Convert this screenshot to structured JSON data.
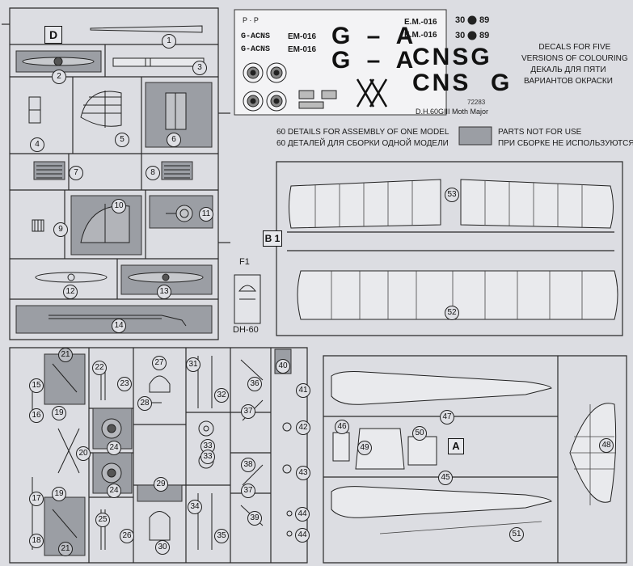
{
  "sheet": {
    "sprue_letters": {
      "d": "D",
      "b1": "B 1",
      "a": "A"
    },
    "f1_label": "F1",
    "dh60_label": "DH-60",
    "decals": {
      "reg_top_small": "G-ACNS",
      "reg_top_small_b": "G-ACNS",
      "em_small_a": "EM-016",
      "em_small_b": "EM-016",
      "em_large_a": "E.M.-016",
      "em_large_b": "E.M.-016",
      "num_a": "30",
      "num_b": "30",
      "num_c": "89",
      "num_d": "89",
      "g_a_1": "G – A",
      "g_a_2": "G – A",
      "cns_1": "CNSG",
      "cns_2": "CNS",
      "g_big": "G",
      "pp": "P · P",
      "product_no": "72283",
      "model_name": "D.H.60GIII Moth Major"
    },
    "texts": {
      "decals_en": "DECALS FOR FIVE\nVERSIONS OF COLOURING",
      "decals_ru": "ДЕКАЛЬ ДЛЯ ПЯТИ\nВАРИАНТОВ ОКРАСКИ",
      "details_en": "60 DETAILS FOR ASSEMBLY OF ONE MODEL",
      "details_ru": "60 ДЕТАЛЕЙ ДЛЯ СБОРКИ ОДНОЙ МОДЕЛИ",
      "notuse_en": "PARTS NOT FOR USE",
      "notuse_ru": "ПРИ СБОРКЕ НЕ ИСПОЛЬЗУЮТСЯ"
    },
    "part_numbers": [
      "1",
      "2",
      "3",
      "4",
      "5",
      "6",
      "7",
      "8",
      "9",
      "10",
      "11",
      "12",
      "13",
      "14",
      "15",
      "16",
      "17",
      "18",
      "19",
      "19",
      "20",
      "21",
      "21",
      "22",
      "23",
      "24",
      "24",
      "25",
      "26",
      "27",
      "28",
      "29",
      "30",
      "31",
      "32",
      "33",
      "33",
      "34",
      "35",
      "36",
      "37",
      "37",
      "38",
      "39",
      "40",
      "41",
      "42",
      "43",
      "44",
      "44",
      "45",
      "46",
      "47",
      "48",
      "49",
      "50",
      "51",
      "52",
      "53"
    ]
  }
}
